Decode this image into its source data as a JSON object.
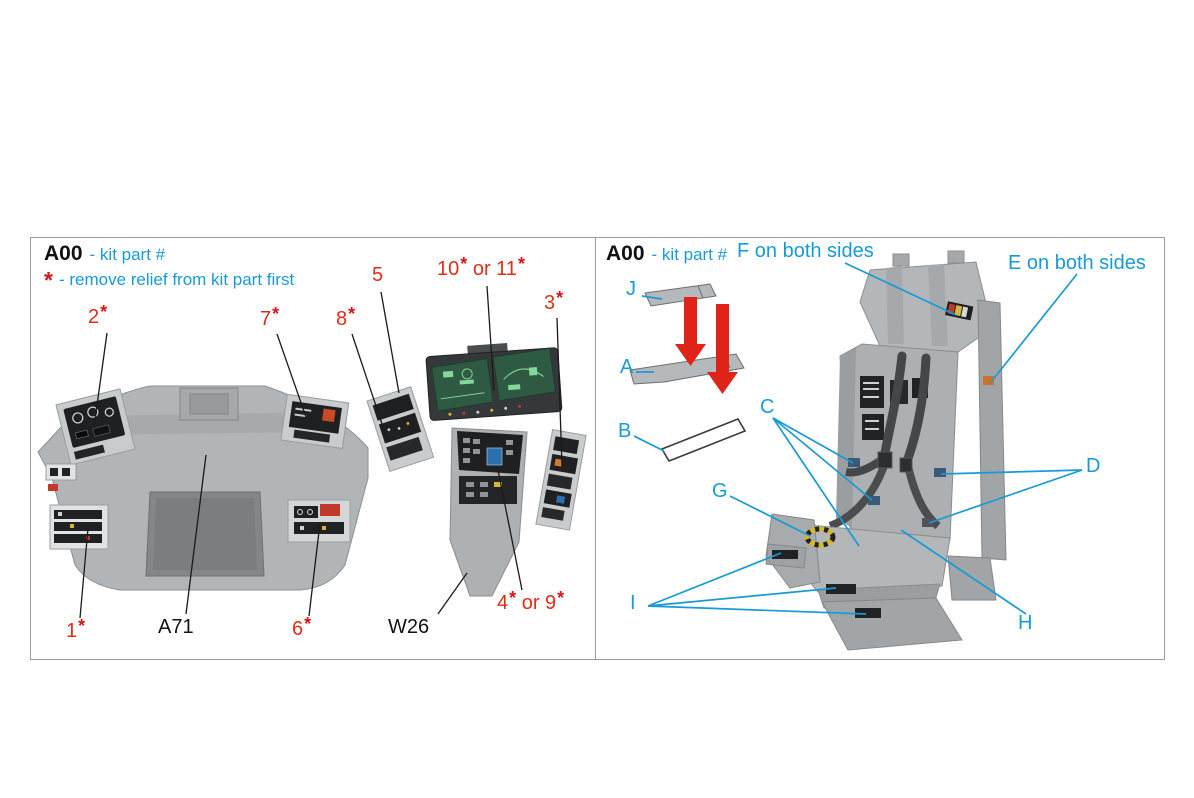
{
  "colors": {
    "accent_cyan": "#189bd5",
    "callout_red": "#e02d16",
    "star_red": "#d61418",
    "arrow_red": "#df2318"
  },
  "left_panel": {
    "part_code": "A00",
    "part_code_suffix": "- kit part #",
    "legend": {
      "star": "*",
      "text": "- remove relief from kit part first"
    },
    "callouts": {
      "c1": {
        "n": "1",
        "s": "*"
      },
      "c2": {
        "n": "2",
        "s": "*"
      },
      "c3": {
        "n": "3",
        "s": "*"
      },
      "c5": {
        "n": "5"
      },
      "c6": {
        "n": "6",
        "s": "*"
      },
      "c7": {
        "n": "7",
        "s": "*"
      },
      "c8": {
        "n": "8",
        "s": "*"
      },
      "c4or9": {
        "n": "4",
        "s": "*",
        "mid": " or ",
        "n2": "9",
        "s2": "*"
      },
      "c10or11": {
        "n": "10",
        "s": "*",
        "mid": " or ",
        "n2": "11",
        "s2": "*"
      }
    },
    "part_labels": {
      "coaming": "A71",
      "console": "W26"
    }
  },
  "right_panel": {
    "part_code": "A00",
    "part_code_suffix": "- kit part #",
    "side_notes": {
      "f": "F on both sides",
      "e": "E on both sides"
    },
    "letters": {
      "j": "J",
      "a": "A",
      "b": "B",
      "c": "C",
      "d": "D",
      "g": "G",
      "i": "I",
      "h": "H"
    }
  }
}
